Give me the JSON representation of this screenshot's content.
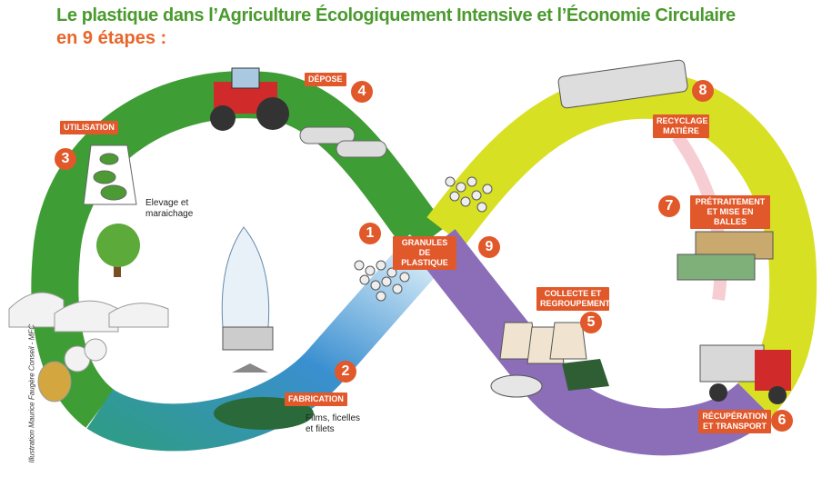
{
  "title": "Le plastique dans l’Agriculture Écologiquement Intensive et l’Économie Circulaire",
  "subtitle": "en 9 étapes :",
  "credit": "Illustration Maurice Faugère Conseil - MFC",
  "colors": {
    "accent": "#e1582a",
    "green": "#3f9d35",
    "blue": "#3a8fd0",
    "yellow": "#d8e024",
    "purple": "#8b6db8",
    "title": "#4a9a2e"
  },
  "steps": [
    {
      "number": "1",
      "label": ""
    },
    {
      "number": "2",
      "label": "FABRICATION"
    },
    {
      "number": "3",
      "label": "UTILISATION"
    },
    {
      "number": "4",
      "label": "DÉPOSE"
    },
    {
      "number": "5",
      "label": "COLLECTE ET REGROUPEMENT"
    },
    {
      "number": "6",
      "label": "RÉCUPÉRATION ET TRANSPORT"
    },
    {
      "number": "7",
      "label": "PRÉTRAITEMENT ET MISE EN BALLES"
    },
    {
      "number": "8",
      "label": "RECYCLAGE MATIÈRE"
    },
    {
      "number": "9",
      "label": "GRANULES DE PLASTIQUE"
    }
  ],
  "notes": {
    "elevage": "Elevage et maraichage",
    "films": "Films, ficelles et filets"
  }
}
